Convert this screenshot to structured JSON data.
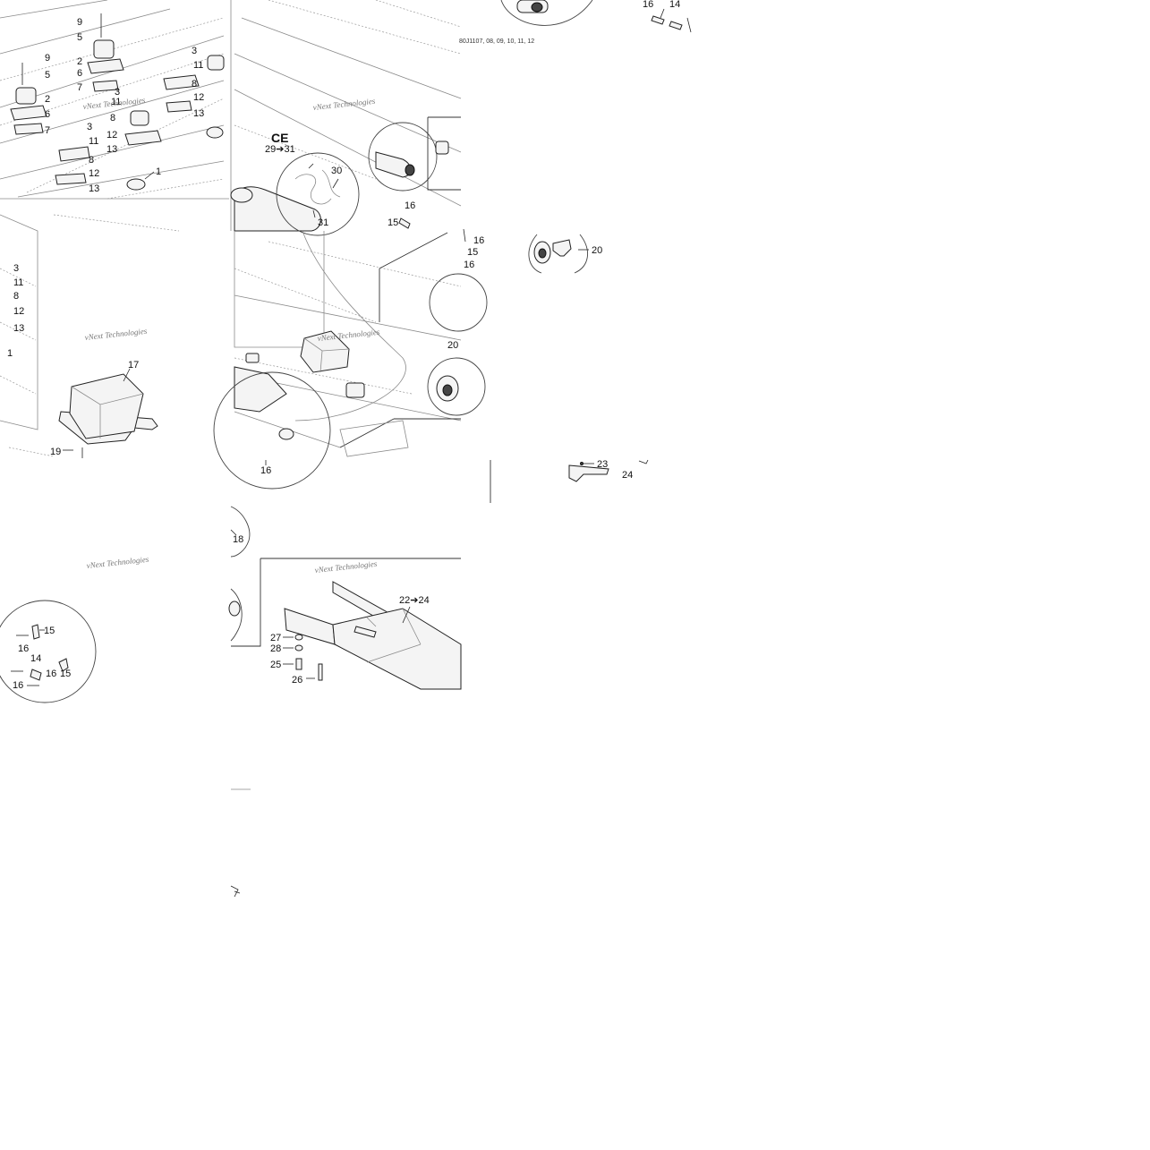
{
  "diagram": {
    "figure_code": "80J1107, 08, 09, 10, 11, 12",
    "watermark": "vNext Technologies",
    "regional_label": "CE",
    "part_labels": {
      "p1": "1",
      "p2": "2",
      "p3": "3",
      "p5": "5",
      "p6": "6",
      "p7": "7",
      "p8": "8",
      "p9": "9",
      "p11": "11",
      "p12": "12",
      "p13": "13",
      "p14": "14",
      "p15": "15",
      "p16": "16",
      "p17": "17",
      "p18": "18",
      "p19": "19",
      "p20": "20",
      "p23": "23",
      "p24": "24",
      "p25": "25",
      "p26": "26",
      "p27": "27",
      "p28": "28",
      "p30": "30",
      "p31": "31"
    },
    "range_labels": {
      "r29_31": "29➔31",
      "r22_24": "22➔24"
    }
  }
}
